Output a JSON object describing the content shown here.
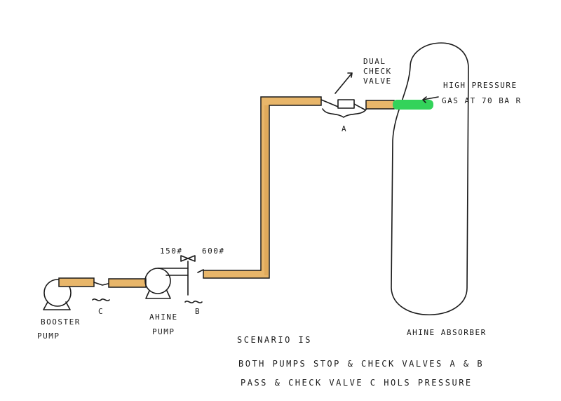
{
  "labels": {
    "booster_pump_1": "BOOSTER",
    "booster_pump_2": "PUMP",
    "amine_pump_1": "AHINE",
    "amine_pump_2": "PUMP",
    "check_c": "C",
    "check_b": "B",
    "check_a": "A",
    "rating_low": "150#",
    "rating_high": "600#",
    "dual_check_1": "DUAL",
    "dual_check_2": "CHECK",
    "dual_check_3": "VALVE",
    "hp_gas_1": "HIGH PRESSURE",
    "hp_gas_2": "GAS AT 70 BA R",
    "absorber": "AHINE ABSORBER"
  },
  "scenario": {
    "title": "SCENARIO IS",
    "line1": "BOTH PUMPS STOP & CHECK VALVES A & B",
    "line2": "PASS & CHECK VALVE C HOLS PRESSURE"
  },
  "colors": {
    "pipe": "#e8b66a",
    "gas": "#33d35a",
    "ink": "#1a1a1a"
  }
}
